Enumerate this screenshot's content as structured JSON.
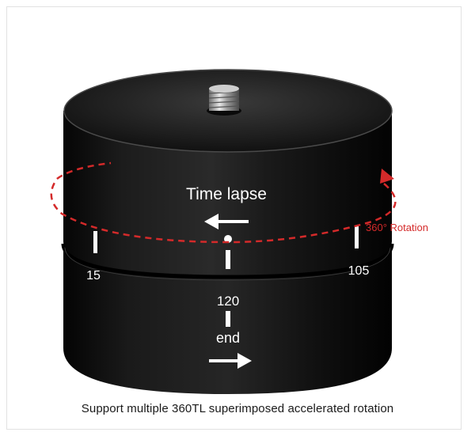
{
  "product": {
    "top_label": "Time lapse",
    "bottom_label": "end",
    "rotation_label": "360° Rotation",
    "scale": {
      "left": "15",
      "center": "120",
      "right": "105"
    }
  },
  "caption": "Support multiple 360TL superimposed accelerated rotation",
  "colors": {
    "body": "#141414",
    "marking": "#ffffff",
    "rotation_accent": "#d42a2a"
  }
}
